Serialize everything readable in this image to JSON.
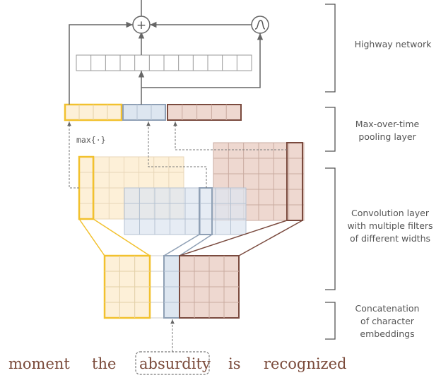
{
  "labels": {
    "highway": "Highway network",
    "pooling_line1": "Max-over-time",
    "pooling_line2": "pooling layer",
    "conv_line1": "Convolution layer",
    "conv_line2": "with multiple filters",
    "conv_line3": "of different widths",
    "concat_line1": "Concatenation",
    "concat_line2": "of character",
    "concat_line3": "embeddings",
    "max_op": "max{·}",
    "plus_symbol": "+"
  },
  "sentence": {
    "words": [
      "moment",
      "the",
      "absurdity",
      "is",
      "recognized"
    ],
    "highlighted_word": "absurdity"
  },
  "colors": {
    "yellow_stroke": "#f2c12e",
    "yellow_fill": "#fdf0d8",
    "blue_stroke": "#8fa0b5",
    "blue_fill": "#dde6f0",
    "brown_stroke": "#7a4a3e",
    "brown_fill": "#eed8d0",
    "line": "#666666",
    "bracket": "#555555"
  }
}
